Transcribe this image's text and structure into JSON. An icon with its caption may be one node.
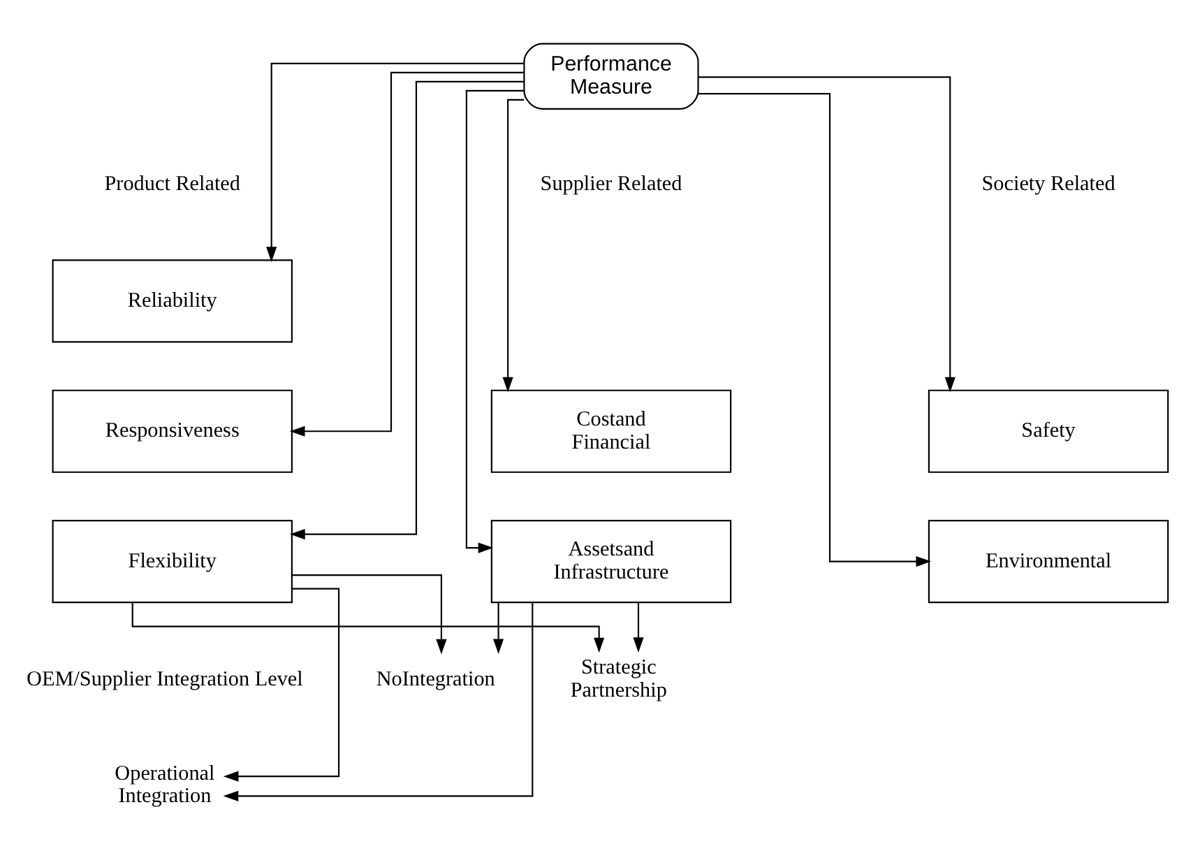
{
  "diagram": {
    "nodes": [
      {
        "text": [
          "Performance Measure"
        ]
      },
      {
        "text": [
          "Reliability"
        ]
      },
      {
        "text": [
          "Responsiveness"
        ]
      },
      {
        "text": [
          "Costand Financial"
        ]
      },
      {
        "text": [
          "Safety"
        ]
      },
      {
        "text": [
          "Flexibility"
        ]
      },
      {
        "text": [
          "Assetsand Infrastructure"
        ]
      },
      {
        "text": [
          "Environmental"
        ]
      },
      {
        "text": [
          "NoIntegration"
        ]
      },
      {
        "text": [
          "Operational Integration"
        ]
      },
      {
        "text": [
          "Strategic Partnership"
        ]
      }
    ],
    "edges": [
      {
        "from": 0,
        "to": 1,
        "arrow": "to"
      },
      {
        "from": 0,
        "to": 2,
        "arrow": "to"
      },
      {
        "from": 0,
        "to": 5,
        "arrow": "to"
      },
      {
        "from": 0,
        "to": 3,
        "arrow": "to"
      },
      {
        "from": 0,
        "to": 6,
        "arrow": "to"
      },
      {
        "from": 0,
        "to": 4,
        "arrow": "to"
      },
      {
        "from": 0,
        "to": 7,
        "arrow": "to"
      },
      {
        "from": 5,
        "to": 8,
        "arrow": "to"
      },
      {
        "from": 5,
        "to": 9,
        "arrow": "to"
      },
      {
        "from": 5,
        "to": 10,
        "arrow": "to"
      },
      {
        "from": 6,
        "to": 8,
        "arrow": "to"
      },
      {
        "from": 6,
        "to": 9,
        "arrow": "to"
      },
      {
        "from": 6,
        "to": 10,
        "arrow": "to"
      }
    ],
    "labels": [
      "Product Related",
      "Supplier Related",
      "Society Related",
      "OEM/Supplier Integration Level"
    ]
  }
}
